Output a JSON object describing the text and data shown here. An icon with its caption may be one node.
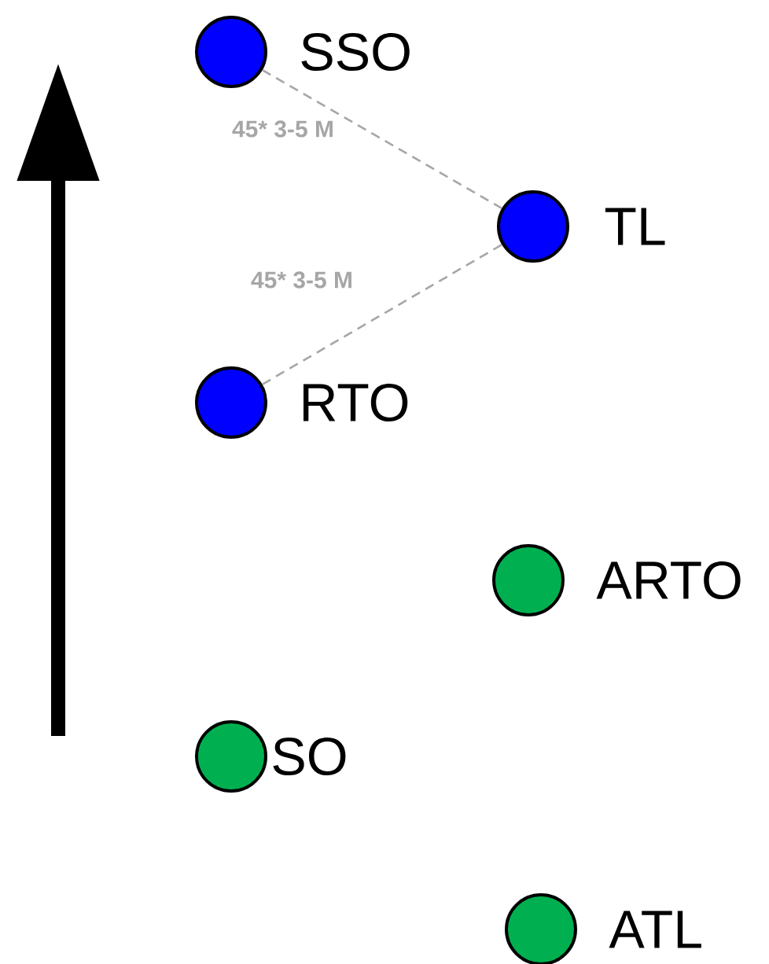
{
  "diagram": {
    "nodes": [
      {
        "text": [],
        "shape": "circle",
        "beside": [
          "SSO"
        ]
      },
      {
        "text": [],
        "shape": "circle",
        "beside": [
          "TL"
        ]
      },
      {
        "text": [],
        "shape": "circle",
        "beside": [
          "RTO"
        ]
      },
      {
        "text": [],
        "shape": "circle",
        "beside": [
          "ARTO"
        ]
      },
      {
        "text": [],
        "shape": "circle",
        "beside": [
          "SO"
        ]
      },
      {
        "text": [],
        "shape": "circle",
        "beside": [
          "ATL"
        ]
      }
    ],
    "edges": [
      {
        "from": 0,
        "to": 1,
        "arrow": "none",
        "label": "45* 3-5 M",
        "style": "dashed",
        "color": "#a6a6a6"
      },
      {
        "from": 2,
        "to": 1,
        "arrow": "none",
        "label": "45* 3-5 M",
        "style": "dashed",
        "color": "#a6a6a6"
      }
    ]
  }
}
